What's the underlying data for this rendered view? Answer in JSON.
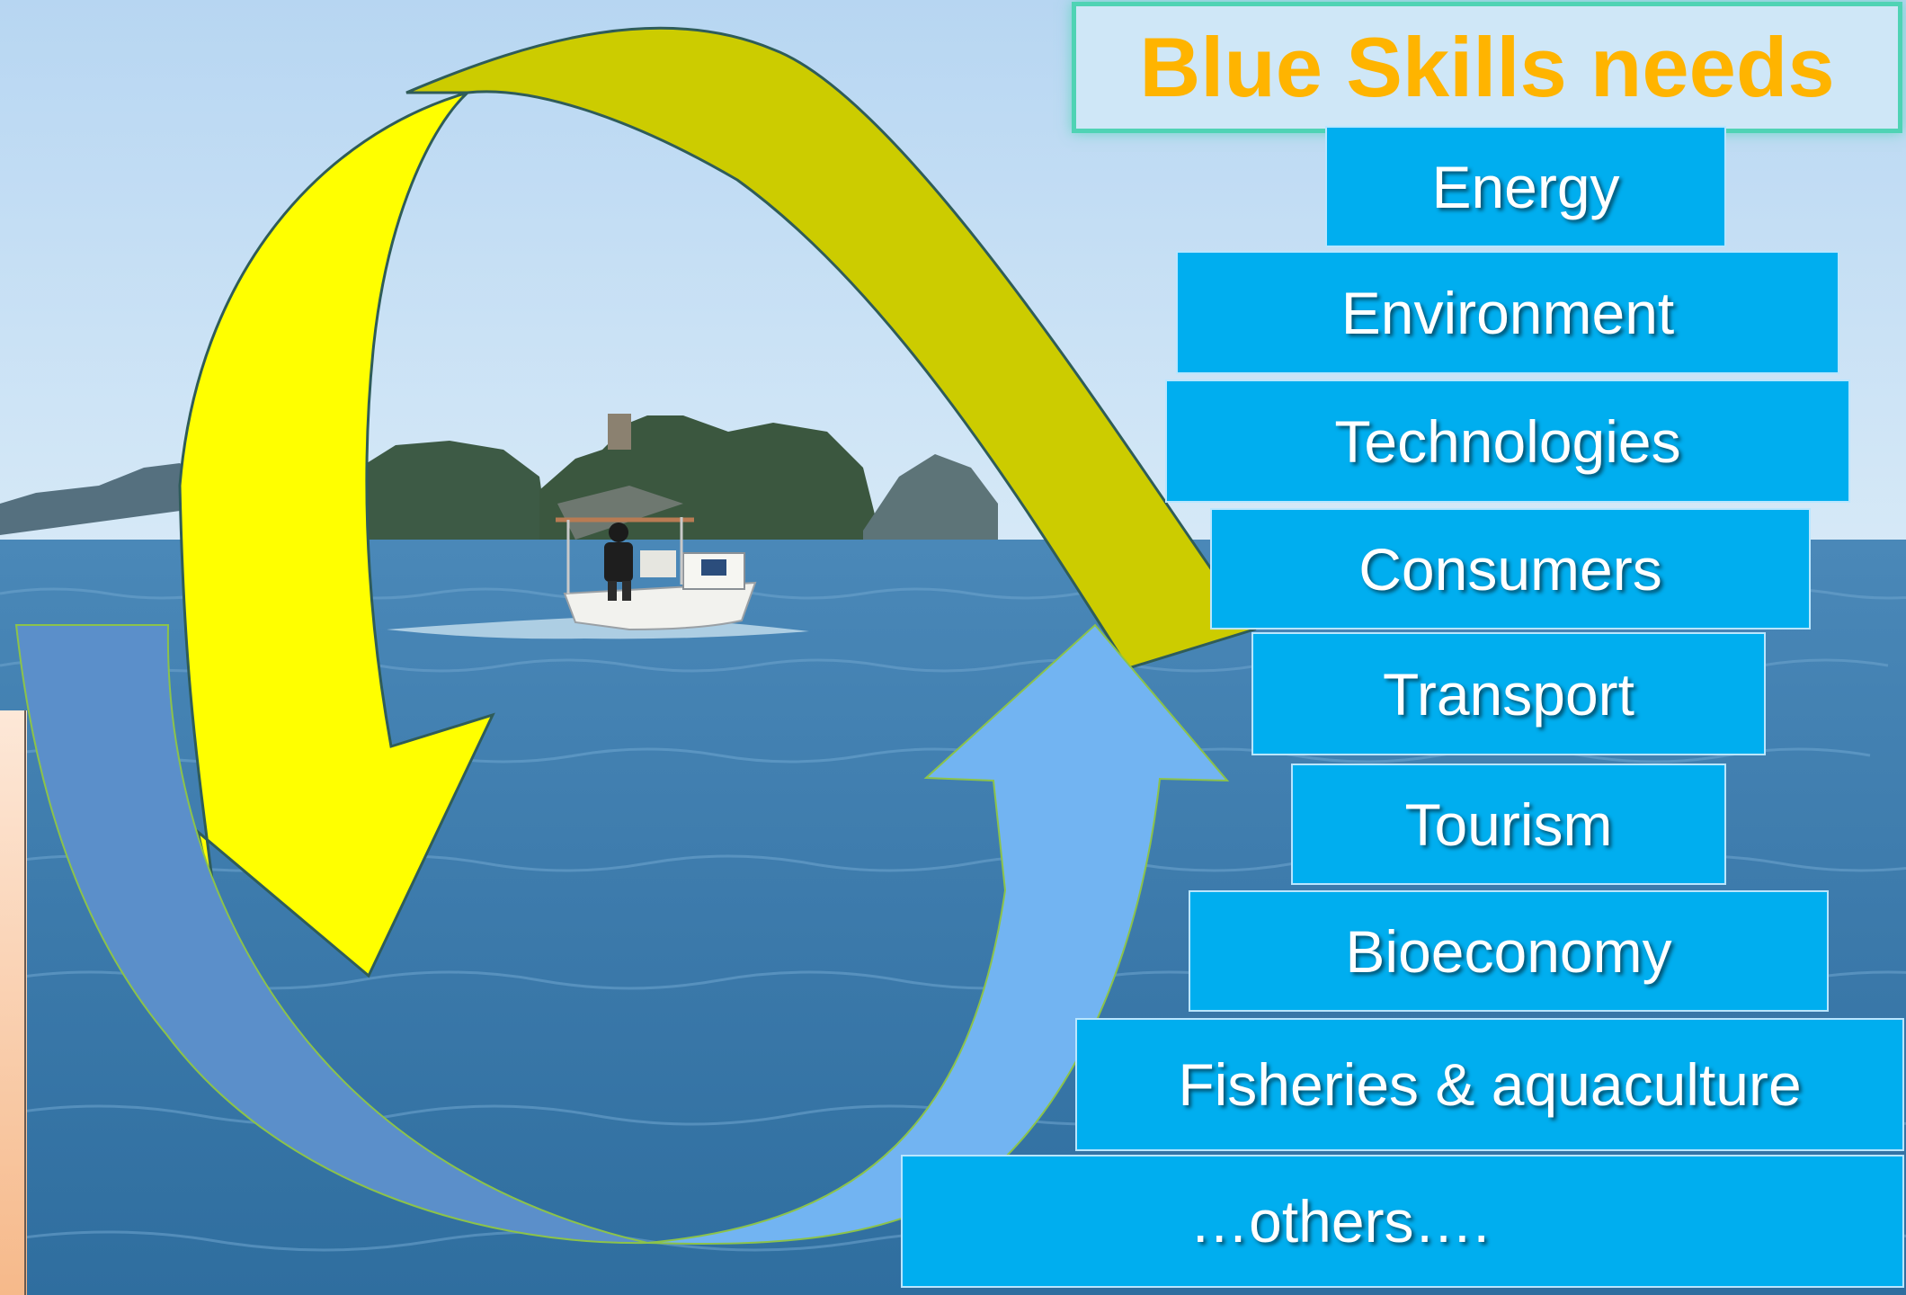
{
  "title": "Blue Skills needs",
  "sectors": [
    {
      "label": "Energy"
    },
    {
      "label": "Environment"
    },
    {
      "label": "Technologies"
    },
    {
      "label": "Consumers"
    },
    {
      "label": "Transport"
    },
    {
      "label": "Tourism"
    },
    {
      "label": "Bioeconomy"
    },
    {
      "label": "Fisheries & aquaculture"
    },
    {
      "label": "…others…."
    }
  ],
  "colors": {
    "title_text": "#ffb400",
    "title_border": "#4fd3b4",
    "sector_fill": "#00aeef",
    "arrow_yellow": "#ffff00",
    "arrow_olive": "#cccc00",
    "arrow_steel_blue": "#5b8fca",
    "arrow_light_blue": "#72b4f2",
    "sky": "#c9e1f6",
    "sea": "#3f7fb0"
  },
  "icons": [
    "fishing-boat-icon",
    "cycle-arrows-icon"
  ]
}
